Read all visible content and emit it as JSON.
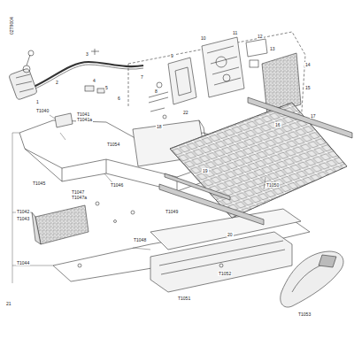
{
  "diagram": {
    "labels": [
      "02T9004",
      "1",
      "2",
      "3",
      "4",
      "5",
      "6",
      "7",
      "8",
      "9",
      "10",
      "11",
      "12",
      "13",
      "14",
      "15",
      "16",
      "17",
      "18",
      "19",
      "20",
      "21",
      "22",
      "T1040",
      "T1041",
      "T1041a",
      "T1042",
      "T1043",
      "T1044",
      "T1045",
      "T1046",
      "T1047",
      "T1047a",
      "T1048",
      "T1049",
      "T1050",
      "T1051",
      "T1052",
      "T1053",
      "T1054"
    ]
  }
}
